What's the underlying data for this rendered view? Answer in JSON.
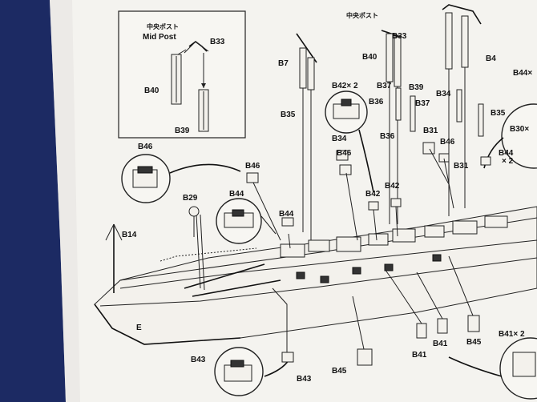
{
  "inset": {
    "title_jp": "中央ポスト",
    "title_en": "Mid Post",
    "labels": [
      "B33",
      "B40",
      "B39"
    ]
  },
  "top_caption_jp": "中央ポスト",
  "labels": {
    "b33": "B33",
    "b40": "B40",
    "b4": "B4",
    "b44x": "B44×",
    "b7": "B7",
    "b42x2": "B42× 2",
    "b37a": "B37",
    "b39": "B39",
    "b36a": "B36",
    "b37b": "B37",
    "b34a": "B34",
    "b35a": "B35",
    "b35b": "B35",
    "b30x": "B30×",
    "b31a": "B31",
    "b34b": "B34",
    "b36b": "B36",
    "b46a": "B46",
    "b46b": "B46",
    "b31b": "B31",
    "b44x2": "B44",
    "x2": "× 2",
    "b46c": "B46",
    "b46d": "B46",
    "b42": "B42",
    "b42b": "B42",
    "b44a": "B44",
    "b29": "B29",
    "b44b": "B44",
    "b14": "B14",
    "b43a": "B43",
    "b43b": "B43",
    "b45a": "B45",
    "b41a": "B41",
    "b41b": "B41",
    "b45b": "B45",
    "b41x2": "B41× 2"
  }
}
